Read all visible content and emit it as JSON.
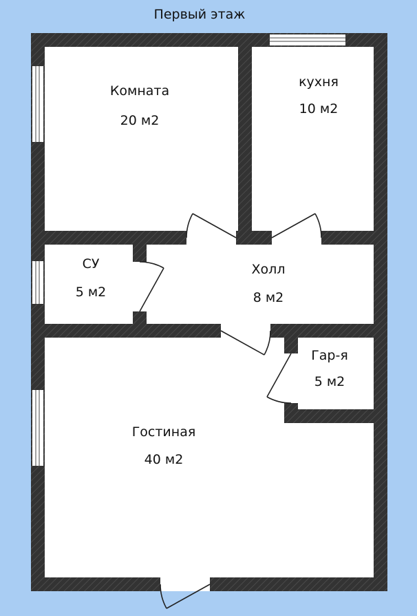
{
  "title": "Первый этаж",
  "rooms": [
    {
      "id": "komnata",
      "name": "Комната",
      "area": "20 м2"
    },
    {
      "id": "kuhnya",
      "name": "кухня",
      "area": "10 м2"
    },
    {
      "id": "su",
      "name": "СУ",
      "area": "5 м2"
    },
    {
      "id": "holl",
      "name": "Холл",
      "area": "8 м2"
    },
    {
      "id": "garderob",
      "name": "Гар-я",
      "area": "5 м2"
    },
    {
      "id": "gostinaya",
      "name": "Гостиная",
      "area": "40 м2"
    }
  ],
  "colors": {
    "background": "#a9cdf3",
    "wall": "#333333",
    "floor": "#ffffff"
  }
}
